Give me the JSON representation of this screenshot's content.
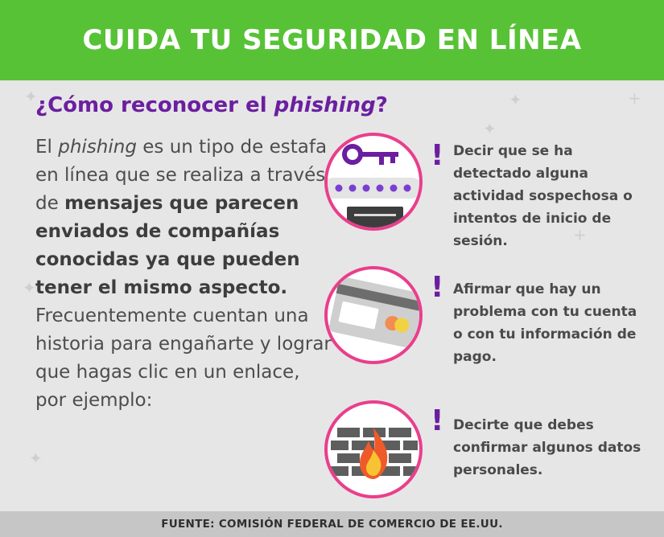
{
  "header": {
    "title": "CUIDA TU SEGURIDAD EN LÍNEA"
  },
  "subtitle": {
    "prefix": "¿Cómo reconocer el ",
    "emphasis": "phishing",
    "suffix": "?"
  },
  "intro": {
    "t1": "El ",
    "t1_em": "phishing",
    "t2": " es un tipo de estafa en línea que se realiza a través de ",
    "t3_bold": "mensajes que parecen enviados de compañías conocidas ya que pueden tener el mismo aspecto.",
    "t4": " Frecuentemente cuentan una historia para engañarte y lograr que hagas clic en un enlace, por ejemplo:"
  },
  "items": [
    {
      "icon": "key-password-icon",
      "mark": "!",
      "text": "Decir que se ha detectado alguna actividad sospechosa o intentos de inicio de sesión."
    },
    {
      "icon": "credit-card-icon",
      "mark": "!",
      "text": "Afirmar que hay un problema con tu cuenta o con tu información de pago."
    },
    {
      "icon": "firewall-icon",
      "mark": "!",
      "text": "Decirte que debes confirmar algunos datos personales."
    }
  ],
  "footer": {
    "source": "FUENTE: COMISIÓN FEDERAL DE COMERCIO DE EE.UU."
  },
  "colors": {
    "header_bg": "#57c236",
    "accent_purple": "#6b1fa0",
    "circle_border": "#ea3e8c",
    "background": "#e6e6e6",
    "footer_bg": "#c6c6c6"
  }
}
